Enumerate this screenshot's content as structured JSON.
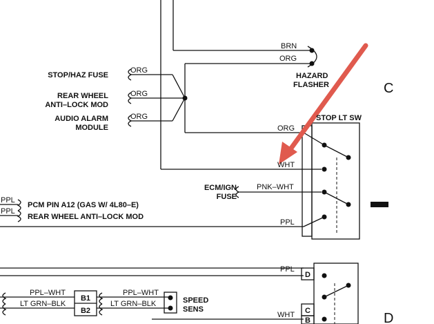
{
  "wire_labels": {
    "brn": "BRN",
    "org_flasher": "ORG",
    "org_stop": "ORG",
    "org_rear": "ORG",
    "org_audio": "ORG",
    "org_switch": "ORG",
    "wht_top": "WHT",
    "pnk_wht": "PNK–WHT",
    "ppl_top": "PPL",
    "ppl_left_1": "PPL",
    "ppl_left_2": "PPL",
    "ppl_bottom": "PPL",
    "ppl_wht_1": "PPL–WHT",
    "lt_grn_blk_1": "LT GRN–BLK",
    "ppl_wht_2": "PPL–WHT",
    "lt_grn_blk_2": "LT GRN–BLK",
    "wht_bottom": "WHT"
  },
  "components": {
    "hazard_flasher_1": "HAZARD",
    "hazard_flasher_2": "FLASHER",
    "stop_haz_fuse": "STOP/HAZ FUSE",
    "rear_wheel_1": "REAR WHEEL",
    "rear_wheel_2": "ANTI–LOCK MOD",
    "audio_alarm_1": "AUDIO ALARM",
    "audio_alarm_2": "MODULE",
    "stop_lt_sw": "STOP LT SW",
    "ecm_ign_1": "ECM/IGN",
    "ecm_ign_2": "FUSE",
    "pcm_pin": "PCM PIN A12 (GAS W/ 4L80–E)",
    "rear_wheel_bottom": "REAR WHEEL ANTI–LOCK MOD",
    "speed_sens_1": "SPEED",
    "speed_sens_2": "SENS"
  },
  "connectors": {
    "b1": "B1",
    "b2": "B2",
    "d": "D",
    "c": "C",
    "b": "B"
  },
  "section_letters": {
    "c": "C",
    "d": "D"
  },
  "colors": {
    "line": "#111111",
    "arrow": "#e05a4e"
  }
}
